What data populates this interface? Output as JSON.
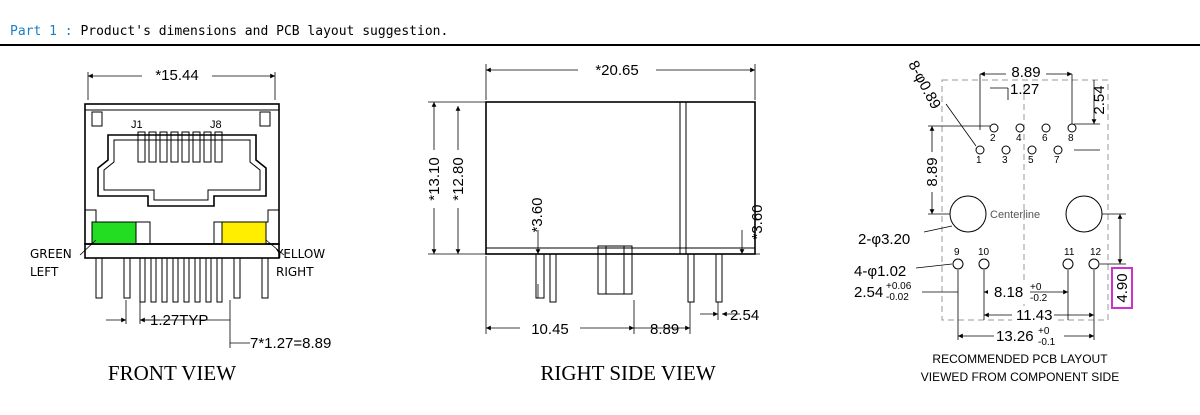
{
  "header": {
    "part_label": "Part 1 :",
    "title": " Product's dimensions and PCB layout suggestion."
  },
  "front_view": {
    "caption": "FRONT VIEW",
    "width_dim": "*15.44",
    "pin1_label": "J1",
    "pin8_label": "J8",
    "green_led_line1": "GREEN",
    "green_led_line2": "LEFT",
    "yellow_led_line1": "YELLOW",
    "yellow_led_line2": "RIGHT",
    "pitch_dim": "1.27TYP",
    "span_dim": "7*1.27=8.89",
    "green_color": "#22dd22",
    "yellow_color": "#ffee00"
  },
  "side_view": {
    "caption": "RIGHT SIDE VIEW",
    "length_dim": "*20.65",
    "height1_dim": "*13.10",
    "height2_dim": "*12.80",
    "pin_len_left": "*3.60",
    "pin_len_right": "*3.60",
    "offset_dim": "10.45",
    "pin_span_dim": "8.89",
    "pin_pitch_dim": "2.54"
  },
  "pcb_layout": {
    "caption_line1": "RECOMMENDED PCB LAYOUT",
    "caption_line2": "VIEWED FROM COMPONENT SIDE",
    "hole_spec": "8-φ0.89",
    "top_span": "8.89",
    "top_pitch": "1.27",
    "row_gap": "2.54",
    "vert_dim": "8.89",
    "boss_dia": "2-φ3.20",
    "centerline": "Centerline",
    "mount_dia": "4-φ1.02",
    "left_tol_base": "2.54",
    "left_tol_upper": "+0.06",
    "left_tol_lower": "-0.02",
    "mid_dim_base": "8.18",
    "mid_dim_upper": "+0",
    "mid_dim_lower": "-0.2",
    "span_1143": "11.43",
    "span_1326_base": "13.26",
    "span_1326_upper": "+0",
    "span_1326_lower": "-0.1",
    "side_dim": "4.90",
    "highlight_color": "#cc33cc",
    "top_pins": [
      "2",
      "4",
      "6",
      "8"
    ],
    "bottom_pins": [
      "1",
      "3",
      "5",
      "7"
    ],
    "mount_pins": [
      "9",
      "10",
      "11",
      "12"
    ]
  }
}
